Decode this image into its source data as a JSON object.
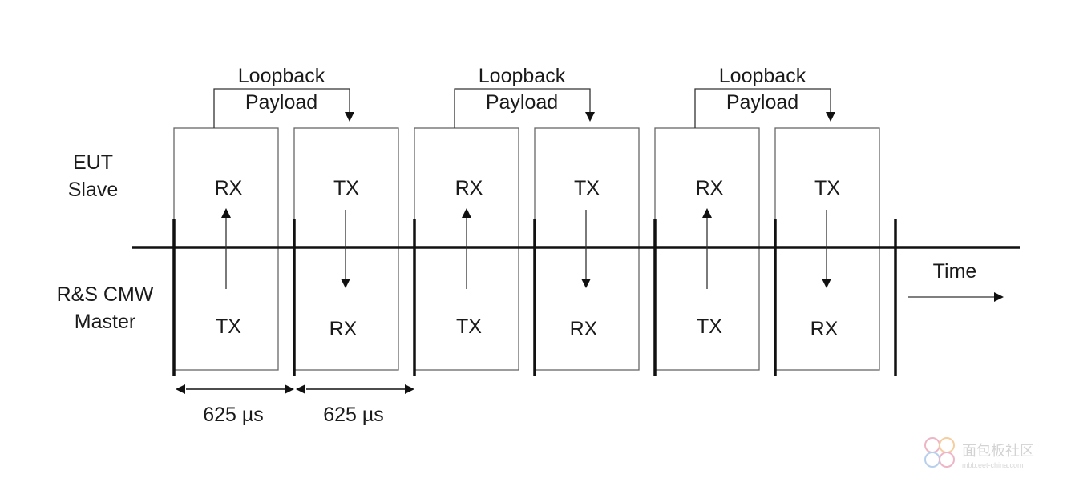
{
  "labels": {
    "eut_line1": "EUT",
    "eut_line2": "Slave",
    "master_line1": "R&S CMW",
    "master_line2": "Master",
    "time": "Time",
    "duration_1": "625 µs",
    "duration_2": "625 µs"
  },
  "loopbacks": [
    {
      "line1": "Loopback",
      "line2": "Payload"
    },
    {
      "line1": "Loopback",
      "line2": "Payload"
    },
    {
      "line1": "Loopback",
      "line2": "Payload"
    }
  ],
  "slots": [
    {
      "upper": "RX",
      "lower": "TX",
      "direction": "up"
    },
    {
      "upper": "TX",
      "lower": "RX",
      "direction": "down"
    },
    {
      "upper": "RX",
      "lower": "TX",
      "direction": "up"
    },
    {
      "upper": "TX",
      "lower": "RX",
      "direction": "down"
    },
    {
      "upper": "RX",
      "lower": "TX",
      "direction": "up"
    },
    {
      "upper": "TX",
      "lower": "RX",
      "direction": "down"
    }
  ],
  "watermark": {
    "text": "面包板社区",
    "url": "mbb.eet-china.com"
  }
}
